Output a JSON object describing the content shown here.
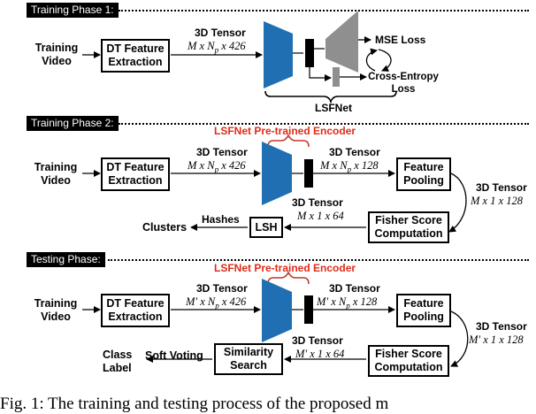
{
  "phases": [
    {
      "label": "Training Phase 1:"
    },
    {
      "label": "Training Phase 2:"
    },
    {
      "label": "Testing Phase:"
    }
  ],
  "phase1": {
    "input": "Training Video",
    "feature_box": "DT Feature Extraction",
    "tensor_title": "3D Tensor",
    "tensor_dims": "M x N_p x 426",
    "mse_loss": "MSE Loss",
    "ce_loss": "Cross-Entropy Loss",
    "net_label": "LSFNet"
  },
  "phase2": {
    "encoder_label": "LSFNet Pre-trained Encoder",
    "input": "Training Video",
    "feature_box": "DT Feature Extraction",
    "tensor1_title": "3D Tensor",
    "tensor1_dims": "M x N_p x 426",
    "tensor2_title": "3D Tensor",
    "tensor2_dims": "M x N_p x 128",
    "pooling_box": "Feature Pooling",
    "tensor3_title": "3D Tensor",
    "tensor3_dims": "M x 1 x 128",
    "fisher_box": "Fisher Score Computation",
    "tensor4_title": "3D Tensor",
    "tensor4_dims": "M x 1 x 64",
    "lsh_box": "LSH",
    "hashes": "Hashes",
    "output": "Clusters"
  },
  "test": {
    "encoder_label": "LSFNet Pre-trained Encoder",
    "input": "Training Video",
    "feature_box": "DT Feature Extraction",
    "tensor1_title": "3D Tensor",
    "tensor1_dims": "M' x N_p x 426",
    "tensor2_title": "3D Tensor",
    "tensor2_dims": "M' x N_p x 128",
    "pooling_box": "Feature Pooling",
    "tensor3_title": "3D Tensor",
    "tensor3_dims": "M' x 1 x 128",
    "fisher_box": "Fisher Score Computation",
    "tensor4_title": "3D Tensor",
    "tensor4_dims": "M' x 1 x 64",
    "similarity_box": "Similarity Search",
    "voting": "Soft Voting",
    "output": "Class Label"
  },
  "caption": "Fig. 1: The training and testing process of the proposed m",
  "colors": {
    "encoder": "#1f6fb2",
    "decoder": "#8f8f8f",
    "red_label": "#e02b17"
  }
}
